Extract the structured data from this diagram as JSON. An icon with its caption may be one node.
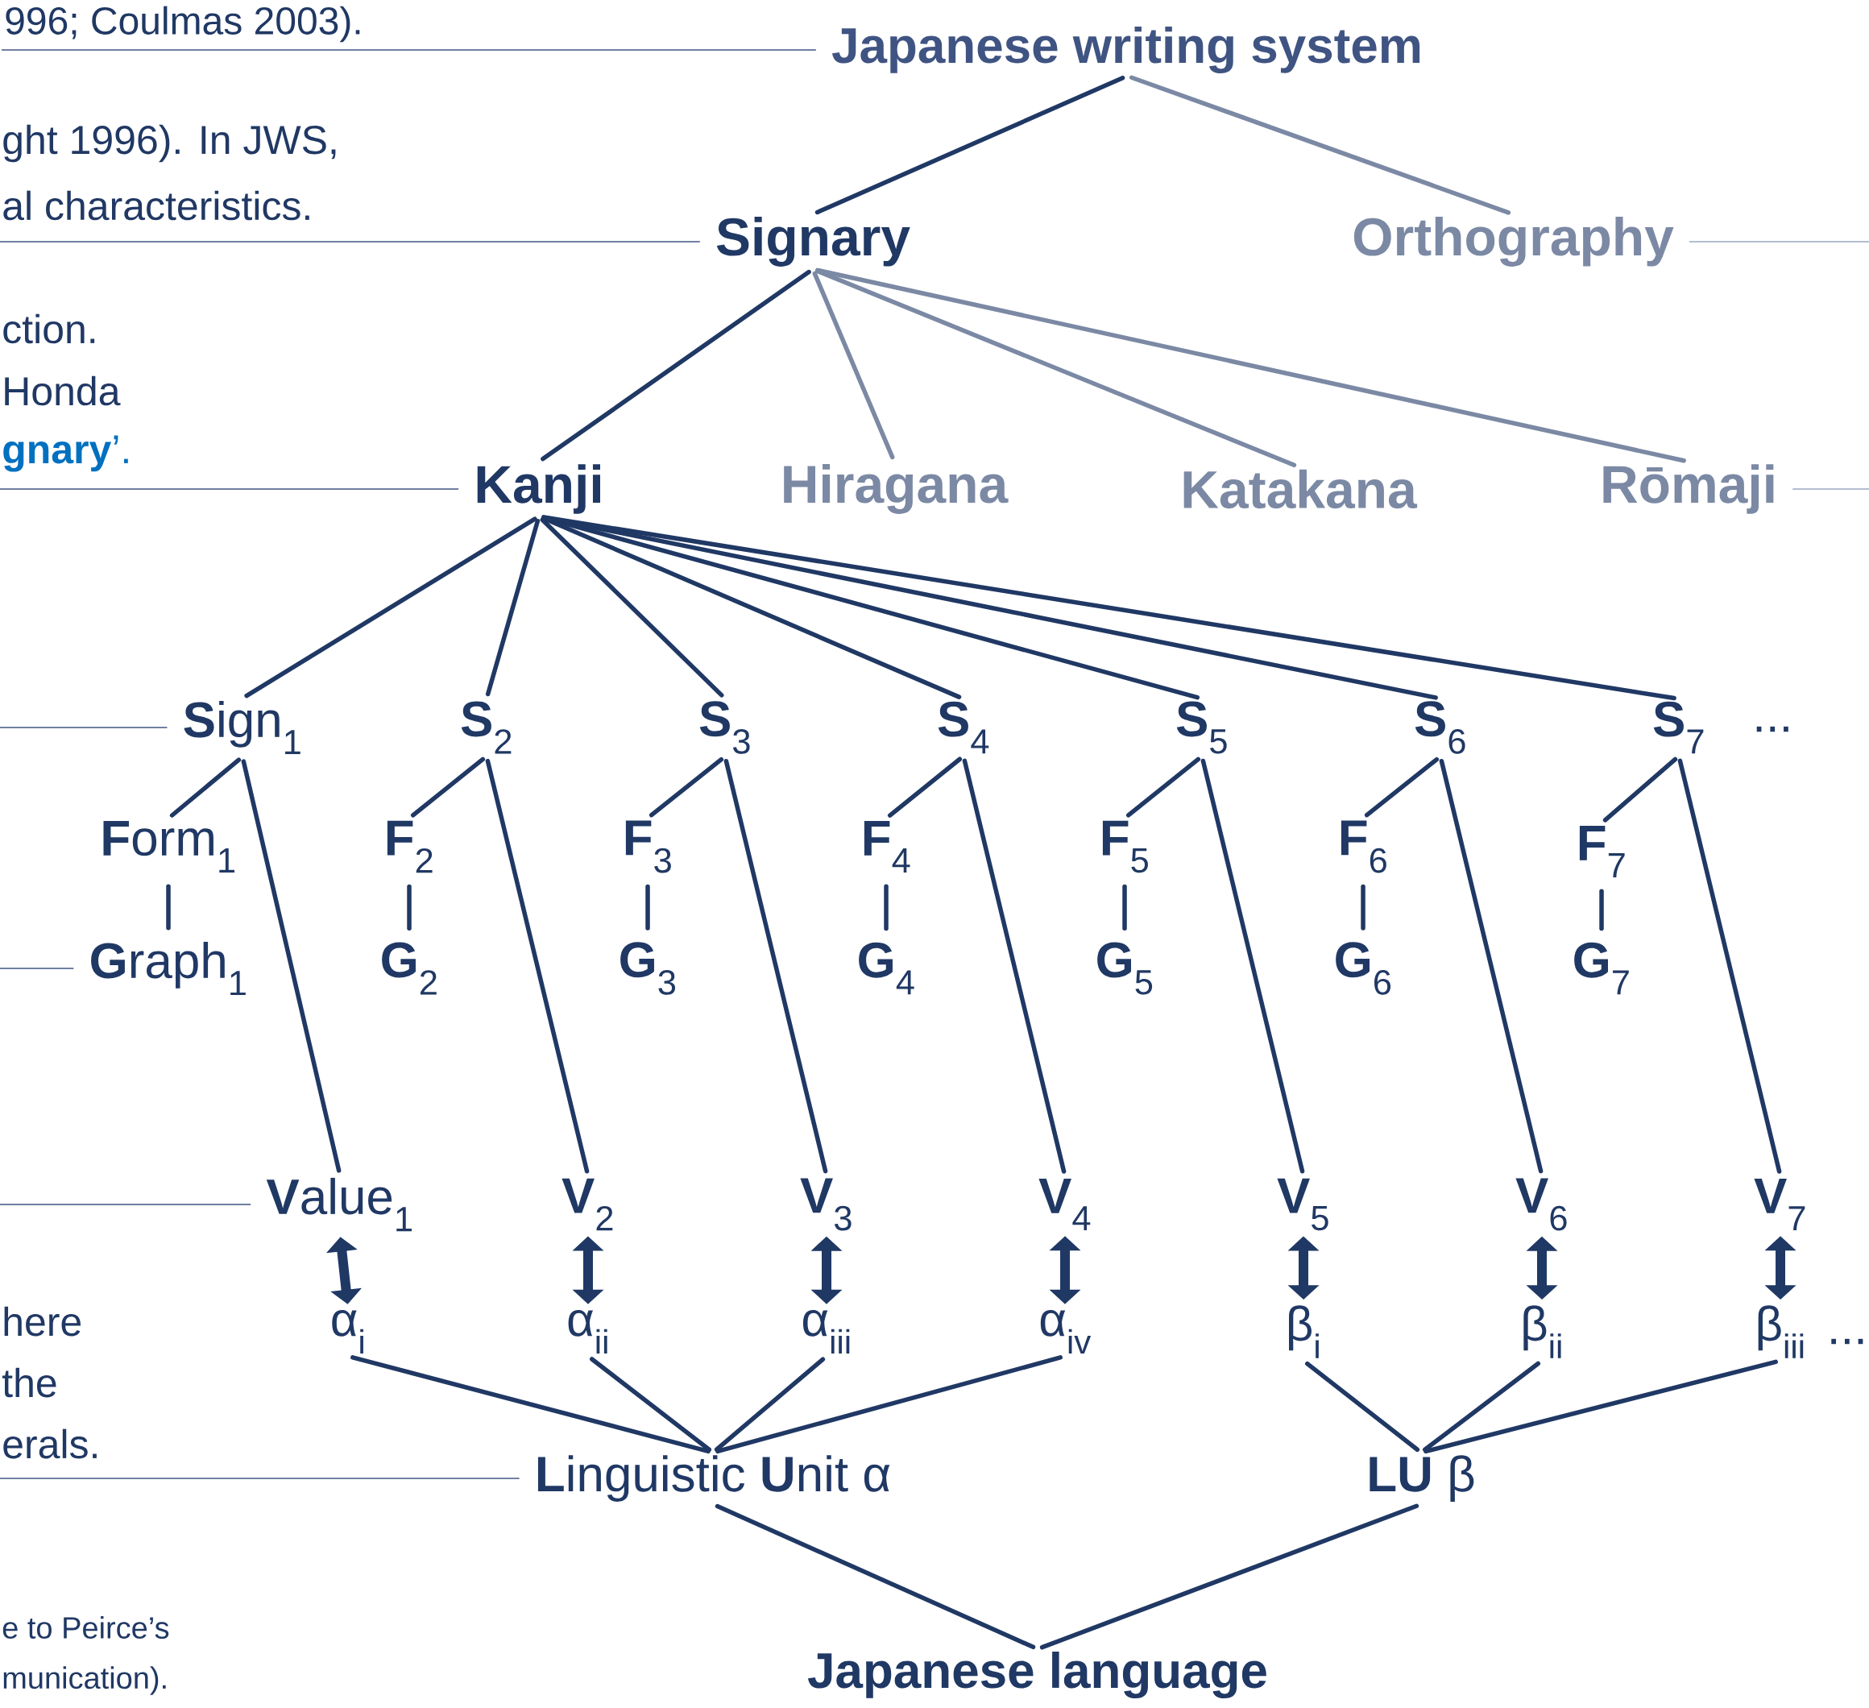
{
  "diagram": {
    "nodes": [
      {
        "text": [
          "Japanese writing system"
        ]
      },
      {
        "text": [
          "Signary"
        ]
      },
      {
        "text": [
          "Orthography"
        ]
      },
      {
        "text": [
          "Kanji"
        ]
      },
      {
        "text": [
          "Hiragana"
        ]
      },
      {
        "text": [
          "Katakana"
        ]
      },
      {
        "text": [
          "Rōmaji"
        ]
      },
      {
        "text": [
          "**S**ign$_{1}$"
        ]
      },
      {
        "text": [
          "**S**$_{2}$"
        ]
      },
      {
        "text": [
          "**S**$_{3}$"
        ]
      },
      {
        "text": [
          "**S**$_{4}$"
        ]
      },
      {
        "text": [
          "**S**$_{5}$"
        ]
      },
      {
        "text": [
          "**S**$_{6}$"
        ]
      },
      {
        "text": [
          "**S**$_{7}$"
        ]
      },
      {
        "text": [
          "**F**orm$_{1}$"
        ]
      },
      {
        "text": [
          "**F**$_{2}$"
        ]
      },
      {
        "text": [
          "**F**$_{3}$"
        ]
      },
      {
        "text": [
          "**F**$_{4}$"
        ]
      },
      {
        "text": [
          "**F**$_{5}$"
        ]
      },
      {
        "text": [
          "**F**$_{6}$"
        ]
      },
      {
        "text": [
          "**F**$_{7}$"
        ]
      },
      {
        "text": [
          "**G**raph$_{1}$"
        ]
      },
      {
        "text": [
          "**G**$_{2}$"
        ]
      },
      {
        "text": [
          "**G**$_{3}$"
        ]
      },
      {
        "text": [
          "**G**$_{4}$"
        ]
      },
      {
        "text": [
          "**G**$_{5}$"
        ]
      },
      {
        "text": [
          "**G**$_{6}$"
        ]
      },
      {
        "text": [
          "**G**$_{7}$"
        ]
      },
      {
        "text": [
          "**V**alue$_{1}$"
        ]
      },
      {
        "text": [
          "**V**$_{2}$"
        ]
      },
      {
        "text": [
          "**V**$_{3}$"
        ]
      },
      {
        "text": [
          "**V**$_{4}$"
        ]
      },
      {
        "text": [
          "**V**$_{5}$"
        ]
      },
      {
        "text": [
          "**V**$_{6}$"
        ]
      },
      {
        "text": [
          "**V**$_{7}$"
        ]
      },
      {
        "text": [
          "α$_{i}$"
        ]
      },
      {
        "text": [
          "α$_{ii}$"
        ]
      },
      {
        "text": [
          "α$_{iii}$"
        ]
      },
      {
        "text": [
          "α$_{iv}$"
        ]
      },
      {
        "text": [
          "β$_{i}$"
        ]
      },
      {
        "text": [
          "β$_{ii}$"
        ]
      },
      {
        "text": [
          "β$_{iii}$"
        ]
      },
      {
        "text": [
          "**L**inguistic **U**nit α"
        ]
      },
      {
        "text": [
          "**LU** β"
        ]
      },
      {
        "text": [
          "Japanese language"
        ]
      },
      {
        "text": [
          "996; Coulmas 2003)."
        ]
      }
    ],
    "edges": [
      {
        "from": 0,
        "to": 1,
        "arrow": "none"
      },
      {
        "from": 0,
        "to": 2,
        "arrow": "none",
        "color": "#7b89a4"
      },
      {
        "from": 1,
        "to": 3,
        "arrow": "none"
      },
      {
        "from": 1,
        "to": 4,
        "arrow": "none",
        "color": "#7b89a4"
      },
      {
        "from": 1,
        "to": 5,
        "arrow": "none",
        "color": "#7b89a4"
      },
      {
        "from": 1,
        "to": 6,
        "arrow": "none",
        "color": "#7b89a4"
      },
      {
        "from": 3,
        "to": 7,
        "arrow": "none"
      },
      {
        "from": 3,
        "to": 8,
        "arrow": "none"
      },
      {
        "from": 3,
        "to": 9,
        "arrow": "none"
      },
      {
        "from": 3,
        "to": 10,
        "arrow": "none"
      },
      {
        "from": 3,
        "to": 11,
        "arrow": "none"
      },
      {
        "from": 3,
        "to": 12,
        "arrow": "none"
      },
      {
        "from": 3,
        "to": 13,
        "arrow": "none"
      },
      {
        "from": 7,
        "to": 14,
        "arrow": "none"
      },
      {
        "from": 8,
        "to": 15,
        "arrow": "none"
      },
      {
        "from": 9,
        "to": 16,
        "arrow": "none"
      },
      {
        "from": 10,
        "to": 17,
        "arrow": "none"
      },
      {
        "from": 11,
        "to": 18,
        "arrow": "none"
      },
      {
        "from": 12,
        "to": 19,
        "arrow": "none"
      },
      {
        "from": 13,
        "to": 20,
        "arrow": "none"
      },
      {
        "from": 7,
        "to": 28,
        "arrow": "none"
      },
      {
        "from": 8,
        "to": 29,
        "arrow": "none"
      },
      {
        "from": 9,
        "to": 30,
        "arrow": "none"
      },
      {
        "from": 10,
        "to": 31,
        "arrow": "none"
      },
      {
        "from": 11,
        "to": 32,
        "arrow": "none"
      },
      {
        "from": 12,
        "to": 33,
        "arrow": "none"
      },
      {
        "from": 13,
        "to": 34,
        "arrow": "none"
      },
      {
        "from": 14,
        "to": 21,
        "arrow": "none"
      },
      {
        "from": 15,
        "to": 22,
        "arrow": "none"
      },
      {
        "from": 16,
        "to": 23,
        "arrow": "none"
      },
      {
        "from": 17,
        "to": 24,
        "arrow": "none"
      },
      {
        "from": 18,
        "to": 25,
        "arrow": "none"
      },
      {
        "from": 19,
        "to": 26,
        "arrow": "none"
      },
      {
        "from": 20,
        "to": 27,
        "arrow": "none"
      },
      {
        "from": 28,
        "to": 35,
        "arrow": "both",
        "style": "thick"
      },
      {
        "from": 29,
        "to": 36,
        "arrow": "both",
        "style": "thick"
      },
      {
        "from": 30,
        "to": 37,
        "arrow": "both",
        "style": "thick"
      },
      {
        "from": 31,
        "to": 38,
        "arrow": "both",
        "style": "thick"
      },
      {
        "from": 32,
        "to": 39,
        "arrow": "both",
        "style": "thick"
      },
      {
        "from": 33,
        "to": 40,
        "arrow": "both",
        "style": "thick"
      },
      {
        "from": 34,
        "to": 41,
        "arrow": "both",
        "style": "thick"
      },
      {
        "from": 35,
        "to": 42,
        "arrow": "none"
      },
      {
        "from": 36,
        "to": 42,
        "arrow": "none"
      },
      {
        "from": 37,
        "to": 42,
        "arrow": "none"
      },
      {
        "from": 38,
        "to": 42,
        "arrow": "none"
      },
      {
        "from": 39,
        "to": 43,
        "arrow": "none"
      },
      {
        "from": 40,
        "to": 43,
        "arrow": "none"
      },
      {
        "from": 41,
        "to": 43,
        "arrow": "none"
      },
      {
        "from": 42,
        "to": 44,
        "arrow": "none"
      },
      {
        "from": 43,
        "to": 44,
        "arrow": "none"
      },
      {
        "from": 45,
        "to": 0,
        "arrow": "none",
        "color": "#3f5482"
      },
      {
        "from": null,
        "to": 1,
        "arrow": "none",
        "color": "#3f5482"
      },
      {
        "from": null,
        "to": 3,
        "arrow": "none",
        "color": "#3f5482"
      },
      {
        "from": null,
        "to": 7,
        "arrow": "none",
        "color": "#3f5482"
      },
      {
        "from": null,
        "to": 21,
        "arrow": "none",
        "color": "#3f5482"
      },
      {
        "from": null,
        "to": 28,
        "arrow": "none",
        "color": "#3f5482"
      },
      {
        "from": null,
        "to": 42,
        "arrow": "none",
        "color": "#3f5482"
      },
      {
        "from": null,
        "to": 2,
        "arrow": "none",
        "color": "#9aa6c0"
      },
      {
        "from": null,
        "to": 6,
        "arrow": "none",
        "color": "#9aa6c0"
      }
    ],
    "labels": [
      "ght 1996). In JWS,",
      "al characteristics.",
      "ction.",
      "Honda",
      "**gnary**’.",
      "...",
      "here",
      "the",
      "erals.",
      "...",
      "e to Peirce’s",
      "munication)."
    ]
  }
}
